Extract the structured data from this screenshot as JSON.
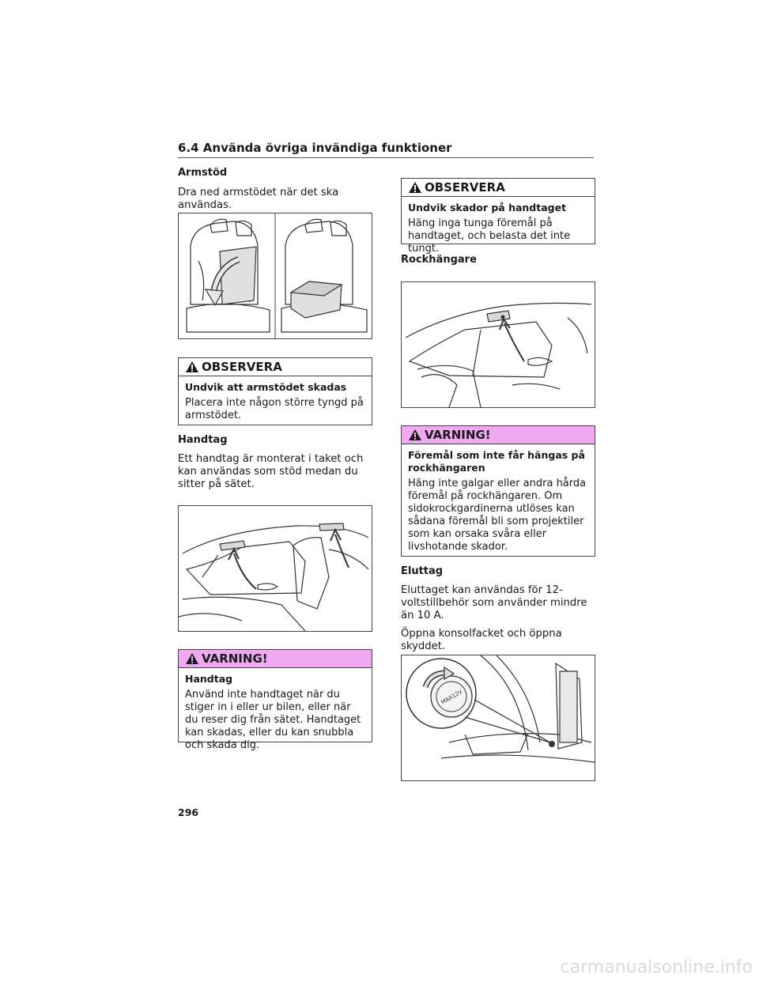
{
  "header": {
    "section_title": "6.4  Använda övriga invändiga funktioner"
  },
  "left": {
    "armrest": {
      "heading": "Armstöd",
      "text": "Dra ned armstödet när det ska användas."
    },
    "notice1": {
      "title": "OBSERVERA",
      "subtitle": "Undvik att armstödet skadas",
      "text": "Placera inte någon större tyngd på armstödet."
    },
    "handle": {
      "heading": "Handtag",
      "text": "Ett handtag är monterat i taket och kan användas som stöd medan du sitter på sätet."
    },
    "warning1": {
      "title": "VARNING!",
      "subtitle": "Handtag",
      "text": "Använd inte handtaget när du stiger in i eller ur bilen, eller när du reser dig från sätet. Handtaget kan skadas, eller du kan snubbla och skada dig."
    }
  },
  "right": {
    "notice2": {
      "title": "OBSERVERA",
      "subtitle": "Undvik skador på handtaget",
      "text": "Häng inga tunga föremål på handtaget, och belasta det inte tungt."
    },
    "coat_hook": {
      "heading": "Rockhängare"
    },
    "warning2": {
      "title": "VARNING!",
      "subtitle": "Föremål som inte får hängas på rockhängaren",
      "text": "Häng inte galgar eller andra hårda föremål på rockhängaren. Om sidokrockgardinerna utlöses kan sådana föremål bli som projektiler som kan orsaka svåra eller livshotande skador."
    },
    "outlet": {
      "heading": "Eluttag",
      "text1": "Eluttaget kan användas för 12-voltstillbehör som använder mindre än 10 A.",
      "text2": "Öppna konsolfacket och öppna skyddet.",
      "cap_label": "MAX12V"
    }
  },
  "footer": {
    "page_number": "296",
    "watermark": "carmanualsonline.info"
  },
  "colors": {
    "warning_header": "#f0a8f0",
    "border": "#444444",
    "illustration_fill": "#e0e0e0"
  }
}
